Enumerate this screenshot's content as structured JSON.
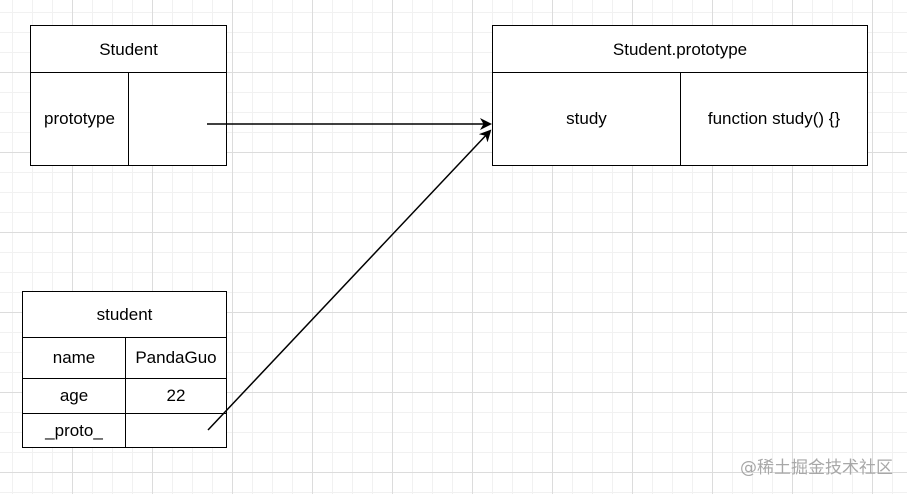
{
  "constructor_box": {
    "title": "Student",
    "row_key": "prototype",
    "row_value": ""
  },
  "prototype_box": {
    "title": "Student.prototype",
    "row_key": "study",
    "row_value": "function study() {}"
  },
  "instance_box": {
    "title": "student",
    "rows": [
      {
        "key": "name",
        "value": "PandaGuo"
      },
      {
        "key": "age",
        "value": "22"
      },
      {
        "key": "_proto_",
        "value": ""
      }
    ]
  },
  "colors": {
    "stroke": "#000000",
    "grid_major": "#dcdcdc",
    "grid_minor": "#f1f1f1",
    "watermark": "#a8a8a8"
  },
  "watermark": "@稀土掘金技术社区"
}
